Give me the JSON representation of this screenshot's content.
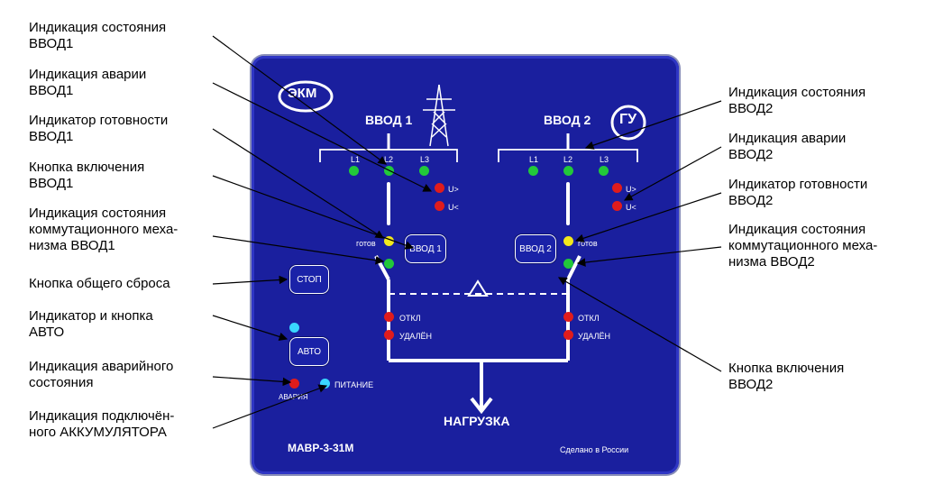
{
  "callouts": {
    "left": [
      "Индикация состояния\nВВОД1",
      "Индикация аварии\nВВОД1",
      "Индикатор готовности\nВВОД1",
      "Кнопка включения\nВВОД1",
      "Индикация состояния\nкоммутационного меха-\nнизма ВВОД1",
      "Кнопка общего сброса",
      "Индикатор и кнопка\nАВТО",
      "Индикация аварийного\nсостояния",
      "Индикация подключён-\nного АККУМУЛЯТОРА"
    ],
    "right": [
      "Индикация состояния\nВВОД2",
      "Индикация аварии\nВВОД2",
      "Индикатор готовности\nВВОД2",
      "Индикация состояния\nкоммутационного меха-\nнизма ВВОД2",
      "Кнопка включения\nВВОД2"
    ]
  },
  "panel": {
    "logo": "ЭКМ",
    "gu_logo": "ГУ",
    "input1_title": "ВВОД 1",
    "input2_title": "ВВОД 2",
    "phases": [
      "L1",
      "L2",
      "L3"
    ],
    "u_high": "U>",
    "u_low": "U<",
    "ready": "готов",
    "btn_input1": "ВВОД 1",
    "btn_input2": "ВВОД 2",
    "btn_stop": "СТОП",
    "btn_auto": "АВТО",
    "off": "ОТКЛ",
    "remote": "УДАЛЁН",
    "alarm": "АВАРИЯ",
    "power": "ПИТАНИЕ",
    "load": "НАГРУЗКА",
    "model": "МАВР-3-31М",
    "made_in": "Сделано в России"
  },
  "colors": {
    "panel_bg": "#1a1f9e",
    "led_green": "#22c83a",
    "led_red": "#e01c1c",
    "led_yellow": "#f2e81c",
    "led_cyan": "#39d6ff"
  }
}
